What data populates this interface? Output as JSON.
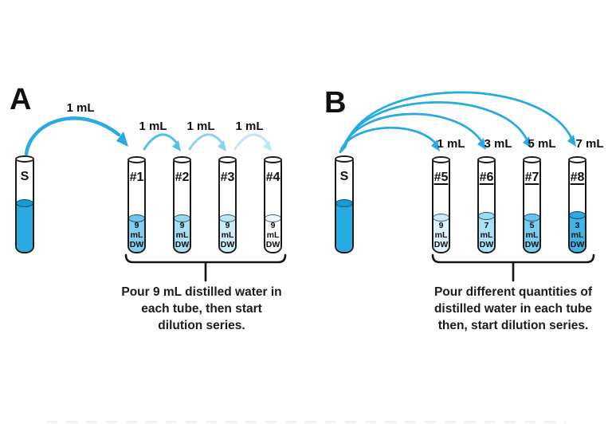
{
  "panelA": {
    "label": "A",
    "arrows": [
      {
        "label": "1 mL",
        "color": "#29ABE2"
      },
      {
        "label": "1 mL",
        "color": "#54C0E8"
      },
      {
        "label": "1 mL",
        "color": "#8BD2F0"
      },
      {
        "label": "1 mL",
        "color": "#BEE6F8"
      }
    ],
    "tubes": [
      {
        "label": "S",
        "water_color": "#29ABE2",
        "meniscus_color": "#189BD3"
      },
      {
        "label": "#1",
        "volume": "9 mL",
        "liquid": "DW",
        "water_color": "#82CEEE",
        "meniscus_color": "#6FC4EA"
      },
      {
        "label": "#2",
        "volume": "9 mL",
        "liquid": "DW",
        "water_color": "#A9DEF4",
        "meniscus_color": "#97D5F1"
      },
      {
        "label": "#3",
        "volume": "9 mL",
        "liquid": "DW",
        "water_color": "#CDECFA",
        "meniscus_color": "#BFE6F7"
      },
      {
        "label": "#4",
        "volume": "9 mL",
        "liquid": "DW",
        "water_color": "#FEFEFE",
        "meniscus_color": "#F1F8FC"
      }
    ],
    "caption": [
      "Pour 9 mL distilled water in",
      "each tube, then start",
      "dilution series."
    ]
  },
  "panelB": {
    "label": "B",
    "arrows": [
      {
        "label": "1 mL",
        "color": "#29ABE2"
      },
      {
        "label": "3 mL",
        "color": "#29ABE2"
      },
      {
        "label": "5 mL",
        "color": "#29ABE2"
      },
      {
        "label": "7 mL",
        "color": "#29ABE2"
      }
    ],
    "tubes": [
      {
        "label": "S",
        "water_color": "#29ABE2",
        "meniscus_color": "#189BD3"
      },
      {
        "label": "#5",
        "volume": "9 mL",
        "liquid": "DW",
        "water_color": "#DCF2FC",
        "meniscus_color": "#CDEBF9"
      },
      {
        "label": "#6",
        "volume": "7 mL",
        "liquid": "DW",
        "water_color": "#ACE0F6",
        "meniscus_color": "#9CD9F3"
      },
      {
        "label": "#7",
        "volume": "5 mL",
        "liquid": "DW",
        "water_color": "#79CDEF",
        "meniscus_color": "#65C5EC"
      },
      {
        "label": "#8",
        "volume": "3 mL",
        "liquid": "DW",
        "water_color": "#3FB5E7",
        "meniscus_color": "#2FA9DF"
      }
    ],
    "caption": [
      "Pour different quantities of",
      "distilled water in each tube",
      "then, start dilution series."
    ]
  }
}
